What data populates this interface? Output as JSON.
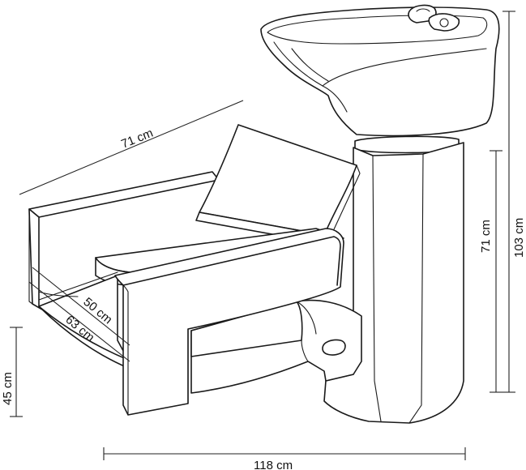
{
  "dimensions": {
    "backrest_diagonal": "71 cm",
    "total_height": "103 cm",
    "column_height": "71 cm",
    "seat_height": "45 cm",
    "seat_depth": "50 cm",
    "chair_depth": "63 cm",
    "total_length": "118 cm"
  },
  "colors": {
    "line": "#1a1a1a",
    "background": "#ffffff"
  }
}
